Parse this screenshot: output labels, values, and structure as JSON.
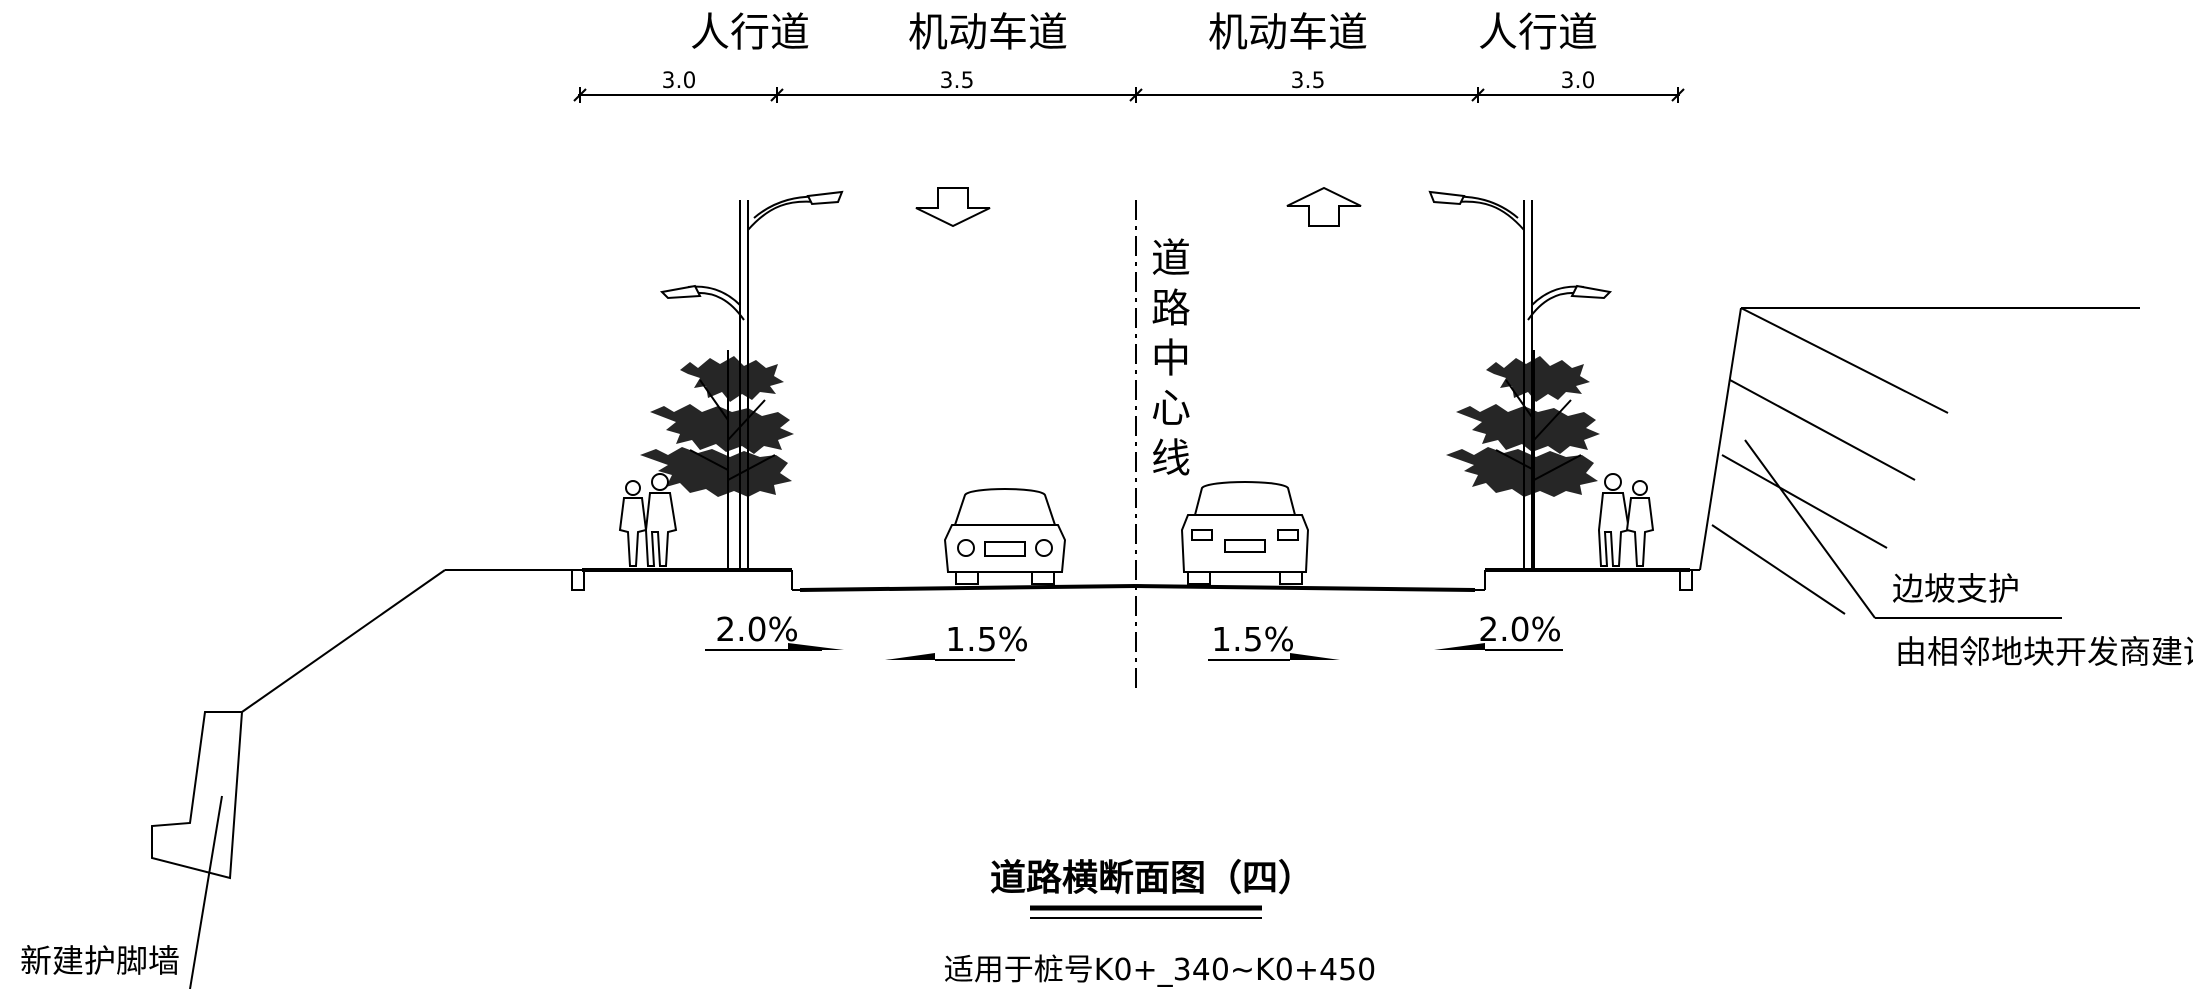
{
  "lanes": [
    {
      "label": "人行道",
      "width": "3.0"
    },
    {
      "label": "机动车道",
      "width": "3.5"
    },
    {
      "label": "机动车道",
      "width": "3.5"
    },
    {
      "label": "人行道",
      "width": "3.0"
    }
  ],
  "centerline": [
    "道",
    "路",
    "中",
    "心",
    "线"
  ],
  "slopes": {
    "left_sidewalk": "2.0%",
    "left_lane": "1.5%",
    "right_lane": "1.5%",
    "right_sidewalk": "2.0%"
  },
  "notes": {
    "slope_support_line1": "边坡支护",
    "slope_support_line2": "由相邻地块开发商建设",
    "retaining_wall": "新建护脚墙"
  },
  "title": "道路横断面图（四）",
  "range": "适用于桩号K0+_340~K0+450"
}
